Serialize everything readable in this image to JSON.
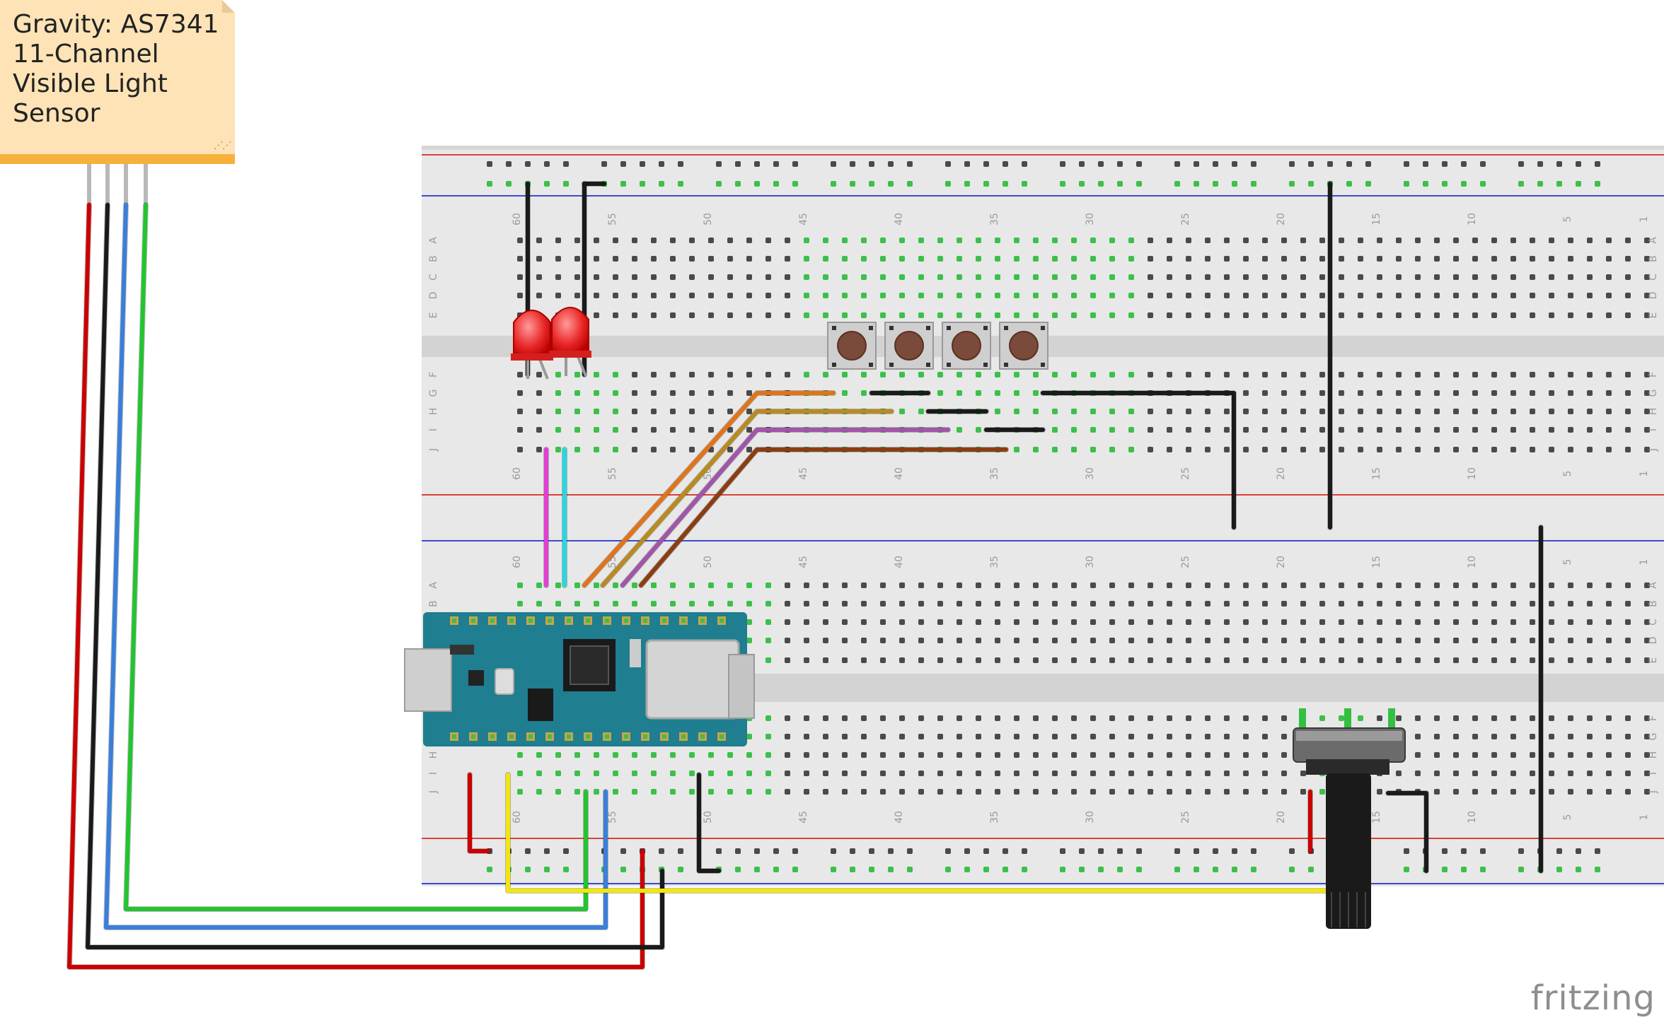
{
  "note": {
    "text": "Gravity: AS7341\n11-Channel\nVisible Light\nSensor"
  },
  "brand": "fritzing",
  "colors": {
    "board": "#e5e5e5",
    "rail_red": "#d9433b",
    "rail_blue": "#3b4cc8",
    "arduino": "#1f7e8f",
    "wire_red": "#cc0000",
    "wire_black": "#1a1a1a",
    "wire_blue": "#3a7fd9",
    "wire_green": "#22c52e",
    "wire_yellow": "#f2e60f",
    "wire_magenta": "#e23fd4",
    "wire_cyan": "#27d7e3",
    "wire_orange": "#e0741a",
    "wire_olive": "#b98a22",
    "wire_purple": "#a055a8",
    "wire_brown": "#8b3d12"
  },
  "breadboard_top": {
    "column_numbers": [
      "60",
      "55",
      "50",
      "45",
      "40",
      "35",
      "30",
      "25",
      "20",
      "15",
      "10",
      "5",
      "1"
    ],
    "row_letters_upper": [
      "A",
      "B",
      "C",
      "D",
      "E"
    ],
    "row_letters_lower": [
      "F",
      "G",
      "H",
      "I",
      "J"
    ]
  },
  "breadboard_bottom": {
    "column_numbers": [
      "60",
      "55",
      "50",
      "45",
      "40",
      "35",
      "30",
      "25",
      "20",
      "15",
      "10",
      "5",
      "1"
    ],
    "row_letters_upper": [
      "A",
      "B",
      "C",
      "D",
      "E"
    ],
    "row_letters_lower": [
      "F",
      "G",
      "H",
      "I",
      "J"
    ]
  },
  "components": {
    "leds": [
      "red-led",
      "red-led"
    ],
    "buttons": [
      "pushbutton",
      "pushbutton",
      "pushbutton",
      "pushbutton"
    ],
    "microcontroller": "arduino-nano-board",
    "potentiometer": "rotary-potentiometer"
  }
}
